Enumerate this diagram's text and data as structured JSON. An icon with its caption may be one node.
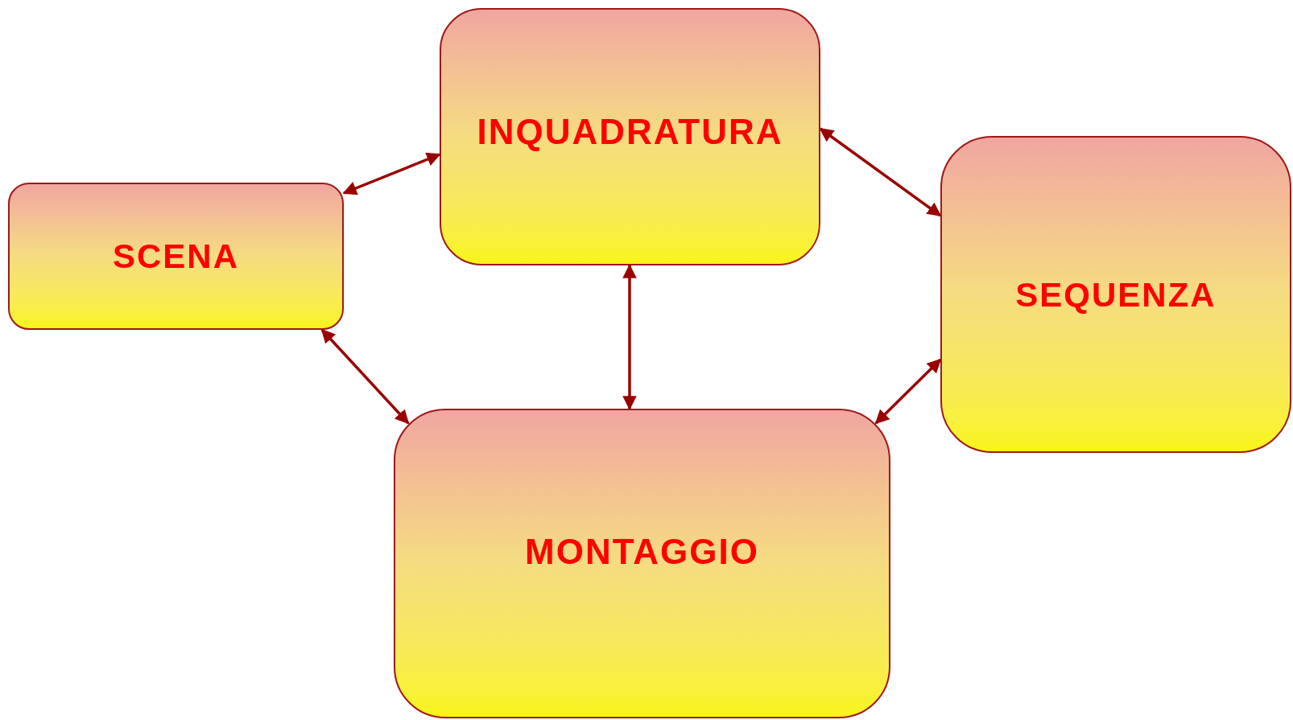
{
  "diagram": {
    "nodes": [
      {
        "text": [
          "INQUADRATURA"
        ]
      },
      {
        "text": [
          "SCENA"
        ]
      },
      {
        "text": [
          "SEQUENZA"
        ]
      },
      {
        "text": [
          "MONTAGGIO"
        ]
      }
    ],
    "edges": [
      {
        "from": 1,
        "to": 0,
        "arrow": "both"
      },
      {
        "from": 0,
        "to": 2,
        "arrow": "both"
      },
      {
        "from": 0,
        "to": 3,
        "arrow": "both"
      },
      {
        "from": 1,
        "to": 3,
        "arrow": "both"
      },
      {
        "from": 2,
        "to": 3,
        "arrow": "both"
      }
    ]
  }
}
